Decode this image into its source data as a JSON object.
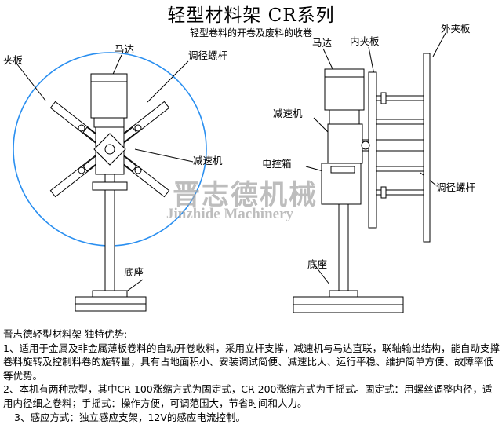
{
  "header": {
    "title": "轻型材料架  CR系列",
    "subtitle": "轻型卷料的开卷及废料的收卷"
  },
  "labels": {
    "clamp_plate": "夹板",
    "motor_left": "马达",
    "adjust_screw_left": "调径螺杆",
    "reducer_left": "减速机",
    "base_left": "底座",
    "motor_right": "马达",
    "inner_clamp_plate": "内夹板",
    "outer_clamp_plate": "外夹板",
    "reducer_right": "减速机",
    "control_box": "电控箱",
    "adjust_screw_right": "调径螺杆",
    "base_right": "底座"
  },
  "watermark": {
    "chinese": "晋志德机械",
    "english": "Jinzhide Machinery"
  },
  "description": {
    "heading": "晋志德轻型材料架 独特优势:",
    "point1": "1、适用于金属及非金属薄板卷料的自动开卷收料，采用立杆支撑，减速机与马达直联，联轴输出结构，能自动支撑卷料旋转及控制料卷的旋转量，具有占地面积小、安装调试简便、减速比大、运行平稳、维护简单方便、故障率低等优势。",
    "point2": "2、本机有两种款型，其中CR-100涨缩方式为固定式，CR-200涨缩方式为手摇式。固定式：用螺丝调整内径，适用内径细之卷料；手摇式：操作方便，可调范围大，节省时间和人力。",
    "point3": "3、感应方式：独立感应支架，12V的感应电流控制。"
  },
  "colors": {
    "circle": "#2a8ff0",
    "watermark": "#a8a8a8",
    "line": "#000000"
  }
}
